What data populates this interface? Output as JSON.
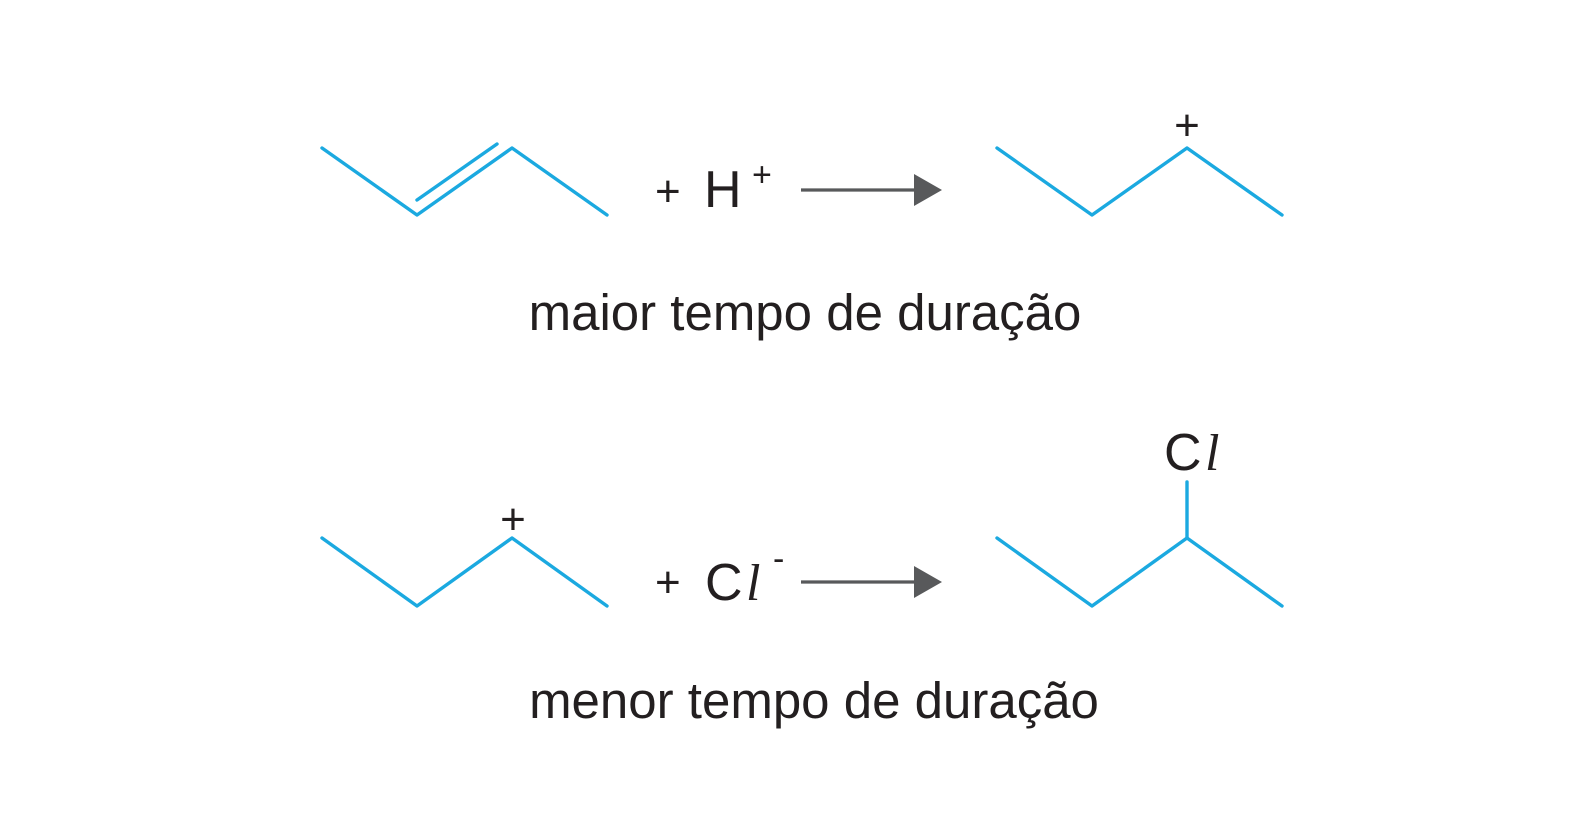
{
  "reaction_1": {
    "reagent_plus": "+",
    "reagent_symbol": "H",
    "reagent_charge": "+",
    "product_charge": "+",
    "caption": "maior tempo de duração"
  },
  "reaction_2": {
    "reactant_charge": "+",
    "reagent_plus": "+",
    "reagent_symbol_c": "C",
    "reagent_symbol_l": "l",
    "reagent_charge": "-",
    "product_substituent_c": "C",
    "product_substituent_l": "l",
    "caption": "menor tempo de duração"
  },
  "colors": {
    "bond": "#1ba9e0",
    "arrow": "#58595b",
    "text": "#231f20"
  }
}
